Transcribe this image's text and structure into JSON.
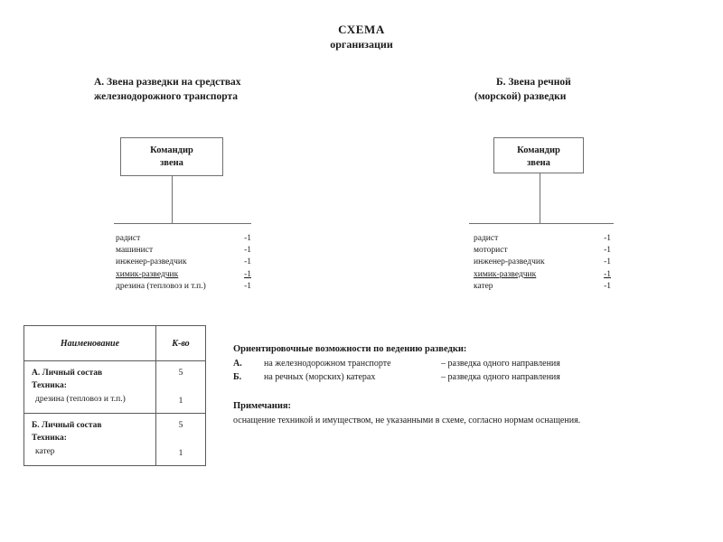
{
  "document": {
    "title_main": "СХЕМА",
    "title_sub": "организации"
  },
  "columns": [
    {
      "key": "rail",
      "heading_line1": "А. Звена разведки на средствах",
      "heading_line2": "железнодорожного транспорта",
      "command_box": {
        "line1": "Командир",
        "line2": "звена"
      },
      "roster": [
        {
          "label": "радист",
          "qty": "-1",
          "underline": false
        },
        {
          "label": "машинист",
          "qty": "-1",
          "underline": false
        },
        {
          "label": "инженер-разведчик",
          "qty": "-1",
          "underline": false
        },
        {
          "label": "химик-разведчик",
          "qty": "-1",
          "underline": true
        },
        {
          "label": "дрезина (тепловоз и т.п.)",
          "qty": "-1",
          "underline": false
        }
      ]
    },
    {
      "key": "river",
      "heading_line1": "Б. Звена речной",
      "heading_line2": "(морской) разведки",
      "command_box": {
        "line1": "Командир",
        "line2": "звена"
      },
      "roster": [
        {
          "label": "радист",
          "qty": "-1",
          "underline": false
        },
        {
          "label": "моторист",
          "qty": "-1",
          "underline": false
        },
        {
          "label": "инженер-разведчик",
          "qty": "-1",
          "underline": false
        },
        {
          "label": "химик-разведчик",
          "qty": "-1",
          "underline": true
        },
        {
          "label": "катер",
          "qty": "-1",
          "underline": false
        }
      ]
    }
  ],
  "summary_table": {
    "headers": {
      "name": "Наименование",
      "qty": "К-во"
    },
    "rows": [
      {
        "personnel_label": "А. Личный состав",
        "personnel_qty": "5",
        "equipment_label": "Техника:",
        "equipment_item": "дрезина (тепловоз и т.п.)",
        "equipment_qty": "1"
      },
      {
        "personnel_label": "Б. Личный состав",
        "personnel_qty": "5",
        "equipment_label": "Техника:",
        "equipment_item": "катер",
        "equipment_qty": "1"
      }
    ]
  },
  "capabilities": {
    "caption": "Ориентировочные возможности по ведению разведки:",
    "rows": [
      {
        "marker": "А.",
        "description": "на железнодорожном транспорте",
        "result": "– разведка одного направления"
      },
      {
        "marker": "Б.",
        "description": "на речных (морских) катерах",
        "result": "– разведка одного направления"
      }
    ]
  },
  "notes": {
    "caption": "Примечания:",
    "text": "оснащение техникой и имуществом, не указанными в схеме, согласно нормам оснащения."
  },
  "colors": {
    "line": "#6f6f6f",
    "table_border": "#5a5a5a",
    "text": "#1a1a1a",
    "background": "#ffffff"
  }
}
